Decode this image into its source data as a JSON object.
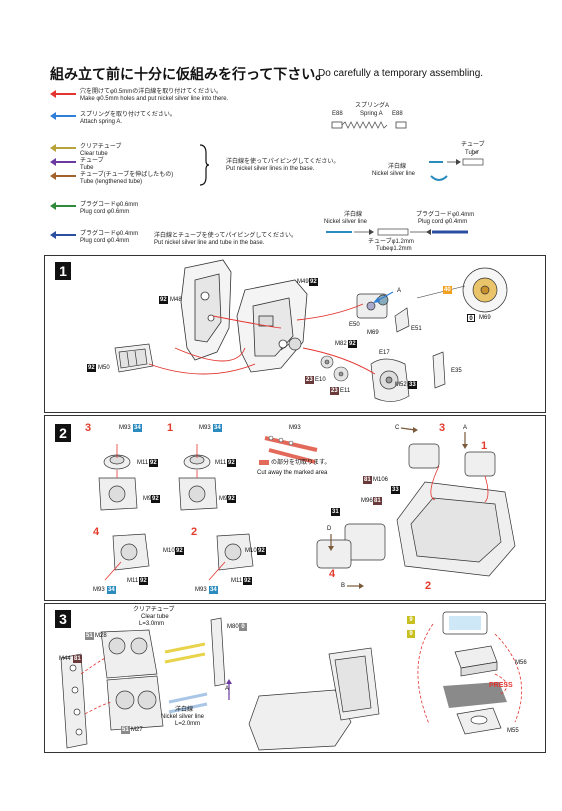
{
  "header": {
    "title_jp": "組み立て前に十分に仮組みを行って下さい。",
    "title_en": "Do carefully a temporary assembling."
  },
  "legend": [
    {
      "jp": "穴を開けてφ0.5mmの洋白線を取り付けてください。",
      "en": "Make φ0.5mm holes and put nickel silver line into there.",
      "color": "#e3342f"
    },
    {
      "jp": "スプリングを取り付けてください。",
      "en": "Attach spring A.",
      "color": "#2f7fd6"
    },
    {
      "jp": "クリアチューブ",
      "en": "Clear tube",
      "color": "#b8a23a"
    },
    {
      "jp": "チューブ",
      "en": "Tube",
      "color": "#6b3aa0"
    },
    {
      "jp": "チューブ(チューブを伸ばしたもの)",
      "en": "Tube    (lengthened tube)",
      "color": "#a0632c"
    },
    {
      "jp": "プラグコードφ0.6mm",
      "en": "Plug cord φ0.6mm",
      "color": "#2f8a3a"
    },
    {
      "jp": "プラグコードφ0.4mm",
      "en": "Plug cord φ0.4mm",
      "color": "#2a4fa0"
    }
  ],
  "legend_notes": {
    "bracket_jp": "洋白線を使ってパイピングしてください。",
    "bracket_en": "Put nickel silver lines in the base.",
    "plug04_jp": "洋白線とチューブを使ってパイピングしてください。",
    "plug04_en": "Put nickel silver line and tube in the base."
  },
  "spring": {
    "jp": "スプリングA",
    "en": "Spring A",
    "left": "E88",
    "right": "E88"
  },
  "tube_ref": {
    "jp": "チューブ",
    "en": "Tube",
    "wire_jp": "洋白線",
    "wire_en": "Nickel silver line"
  },
  "plug_ref": {
    "wire_jp": "洋白線",
    "wire_en": "Nickel silver line",
    "cord_jp": "プラグコードφ0.4mm",
    "cord_en": "Plug cord φ0.4mm",
    "tube_jp": "チューブφ1.2mm",
    "tube_en": "Tubeφ1.2mm"
  },
  "steps": [
    {
      "number": "1",
      "labels": {
        "m48": "M48",
        "m49": "M49",
        "m50": "M50",
        "m69": "M69",
        "m69b": "M69",
        "m82": "M82",
        "m52": "M52",
        "e50": "E50",
        "e51": "E51",
        "e17": "E17",
        "e35": "E35",
        "e10": "E10",
        "e11": "E11",
        "a": "A"
      },
      "tags": {
        "m48": "92",
        "m49": "92",
        "m50": "92",
        "m69b": "0",
        "m82": "92",
        "m52": "33",
        "e10": "23",
        "e11": "23",
        "m69": "40"
      }
    },
    {
      "number": "2",
      "labels": {
        "m93a": "M93",
        "m93b": "M93",
        "m93c": "M93",
        "m93d": "M93",
        "m11a": "M11",
        "m11b": "M11",
        "m9a": "M9",
        "m9b": "M9",
        "m10a": "M10",
        "m10b": "M10",
        "m11c": "M11",
        "m11d": "M11",
        "m93sprue": "M93",
        "cut_jp": "の部分を切取ります。",
        "cut_en": "Cut away the marked area",
        "m106": "M106",
        "m96": "M96",
        "n3": "3",
        "n1": "1",
        "n4": "4",
        "n2": "2",
        "bn3": "3",
        "bn1": "1",
        "bn4": "4",
        "bn2": "2",
        "a": "A",
        "b": "B",
        "c": "C",
        "d": "D"
      },
      "tags": {
        "m93": "34",
        "m11": "92",
        "m9": "92",
        "m10": "92",
        "m106": "81",
        "m96": "81",
        "t33": "33",
        "t31": "31"
      }
    },
    {
      "number": "3",
      "labels": {
        "clear_jp": "クリアチューブ",
        "clear_en": "Clear tube",
        "clear_len": "L=3.0mm",
        "wire_jp": "洋白線",
        "wire_en": "Nickel silver line",
        "wire_len": "L=2.0mm",
        "m28": "M28",
        "m44": "M44",
        "m27": "M27",
        "m80": "M80",
        "m56": "M56",
        "m55": "M55",
        "press": "PRESS",
        "a": "A"
      },
      "tags": {
        "m28": "51",
        "m44": "81",
        "m27": "51",
        "m80": "0",
        "y1": "9",
        "y2": "9"
      }
    }
  ]
}
